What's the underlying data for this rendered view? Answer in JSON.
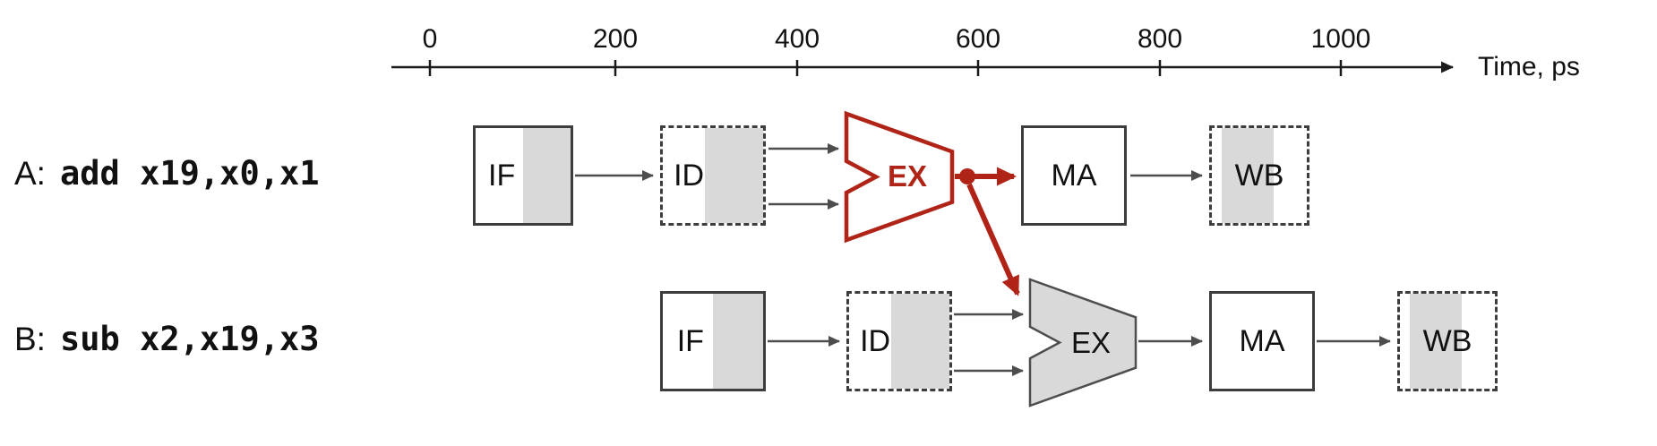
{
  "timeline": {
    "ticks": [
      "0",
      "200",
      "400",
      "600",
      "800",
      "1000"
    ],
    "axis_label": "Time, ps"
  },
  "instructions": [
    {
      "label_prefix": "A:",
      "code": "add x19,x0,x1",
      "stages": [
        "IF",
        "ID",
        "EX",
        "MA",
        "WB"
      ]
    },
    {
      "label_prefix": "B:",
      "code": "sub x2,x19,x3",
      "stages": [
        "IF",
        "ID",
        "EX",
        "MA",
        "WB"
      ]
    }
  ],
  "forwarding": {
    "description": "result forwarded from A EX output to B EX input",
    "color": "#b02418"
  },
  "colors": {
    "stage_shade": "#d9d9d9",
    "arrow_line": "#4d4d4d",
    "axis": "#1a1a1a",
    "highlight": "#b02418"
  }
}
